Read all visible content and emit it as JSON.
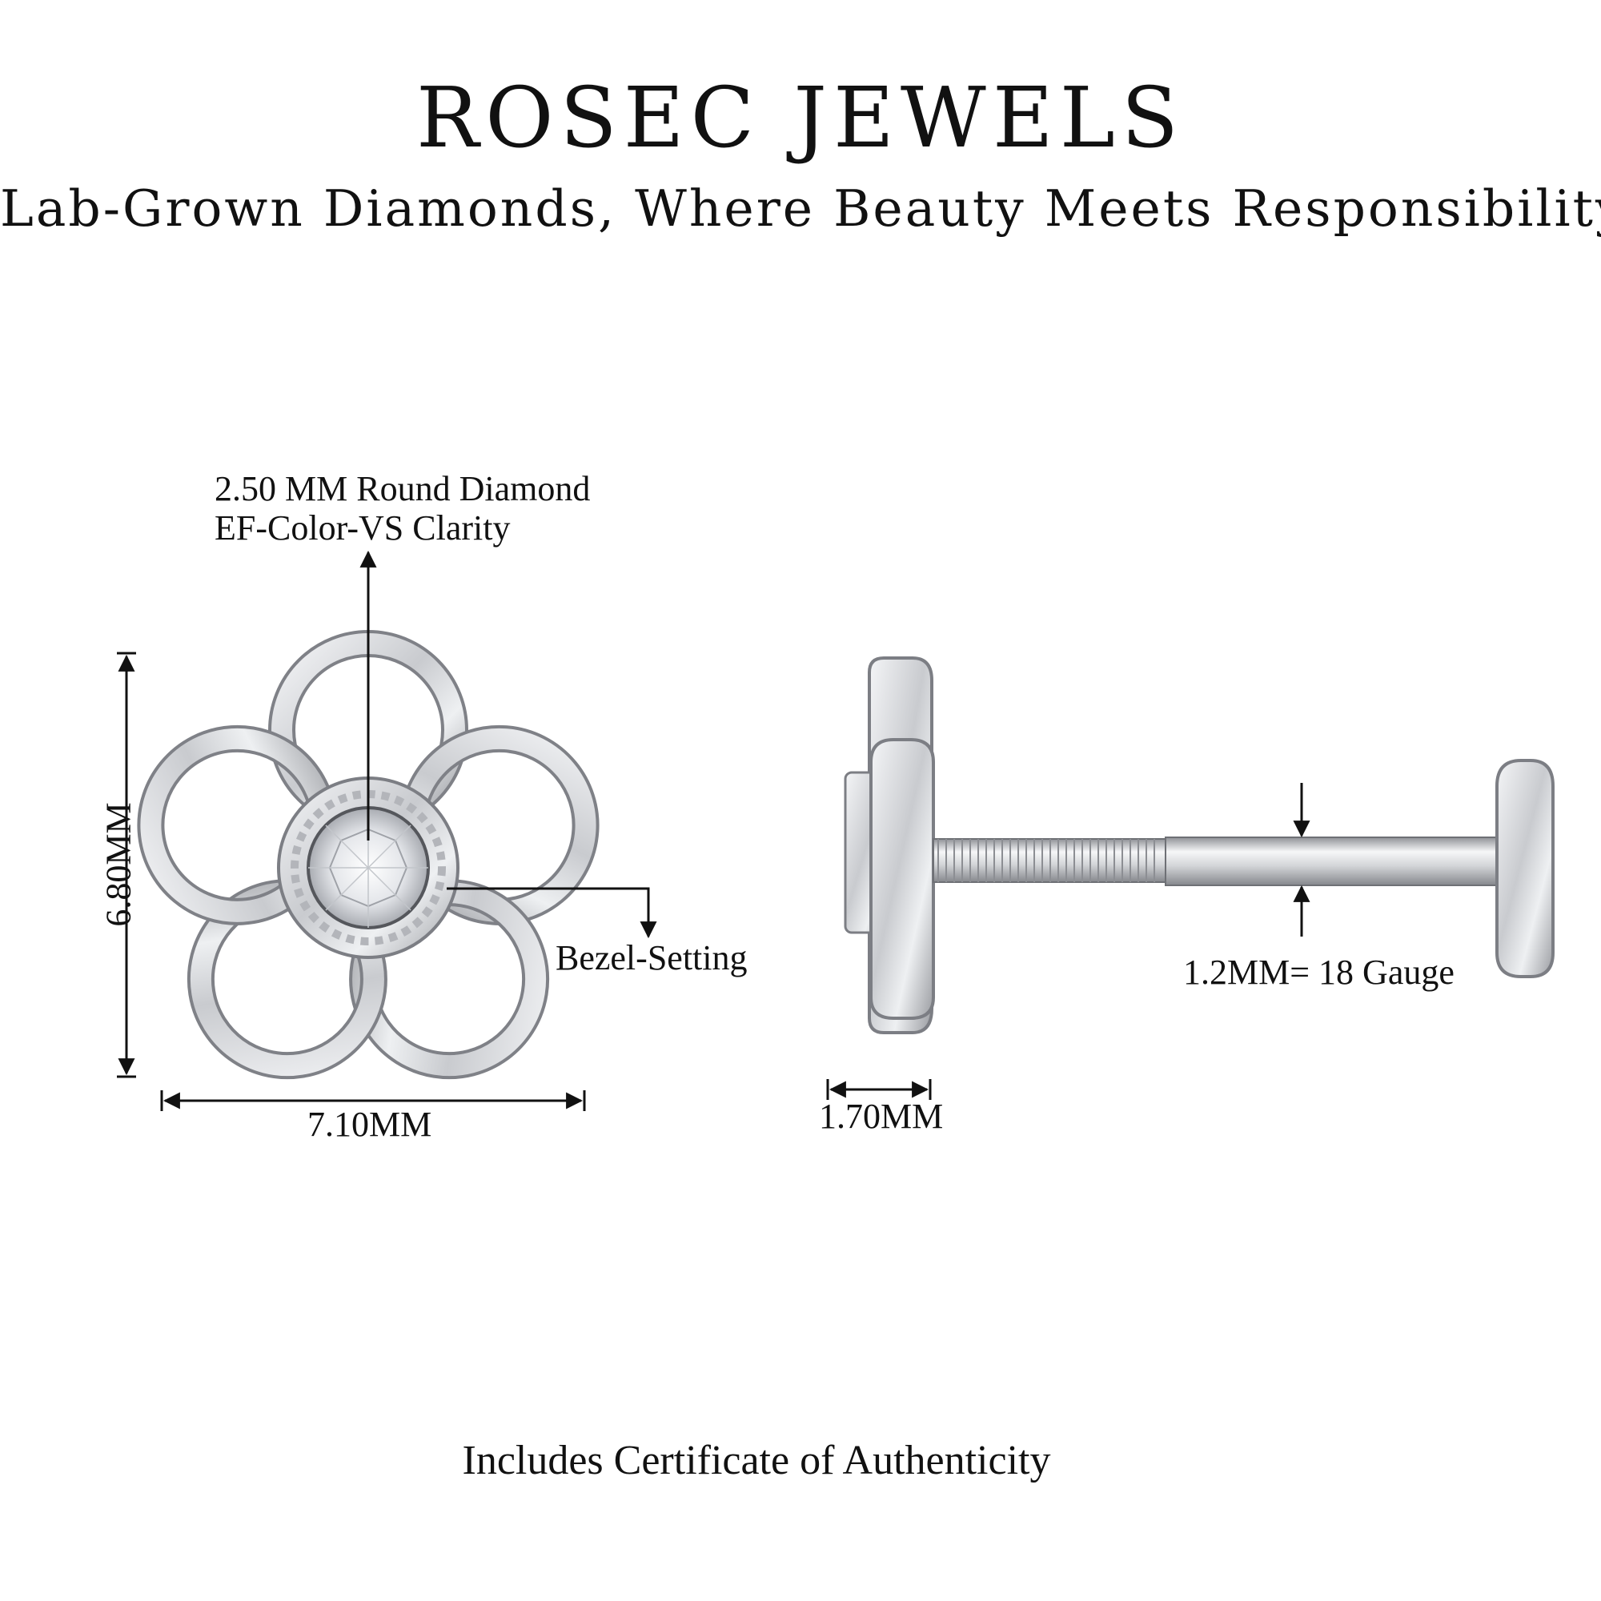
{
  "header": {
    "brand": "ROSEC JEWELS",
    "tagline": "Lab-Grown Diamonds, Where Beauty Meets Responsibility"
  },
  "labels": {
    "diamond_line1": "2.50 MM Round Diamond",
    "diamond_line2": "EF-Color-VS Clarity",
    "setting": "Bezel-Setting",
    "height": "6.80MM",
    "width": "7.10MM",
    "depth": "1.70MM",
    "gauge": "1.2MM= 18 Gauge"
  },
  "footer": {
    "certificate": "Includes Certificate of Authenticity"
  },
  "colors": {
    "metal": "#c8c9cc",
    "metal_dark": "#8d8f94",
    "line": "#111111"
  }
}
